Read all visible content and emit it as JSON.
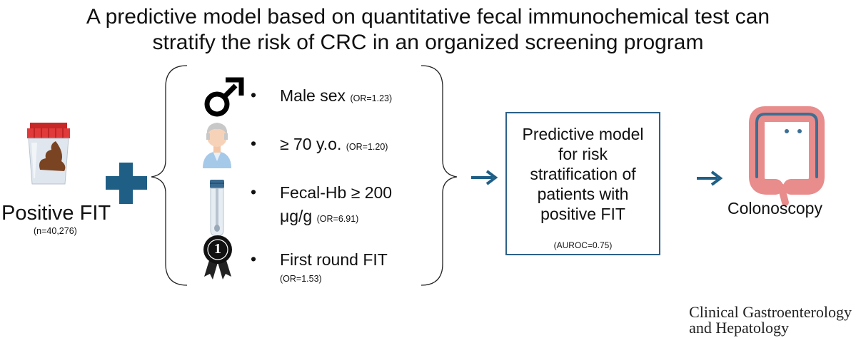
{
  "title_line1": "A predictive model based on quantitative fecal immunochemical test can",
  "title_line2": "stratify the risk of CRC in an organized screening program",
  "positive_fit": {
    "label": "Positive FIT",
    "n": "(n=40,276)"
  },
  "factors": [
    {
      "icon": "male-symbol-icon",
      "label": "Male sex",
      "or": "(OR=1.23)"
    },
    {
      "icon": "elderly-person-icon",
      "label": "≥ 70 y.o.",
      "or": "(OR=1.20)"
    },
    {
      "icon": "sample-tube-icon",
      "label_line1": "Fecal-Hb ≥ 200",
      "label_line2": "μg/g",
      "or": "(OR=6.91)"
    },
    {
      "icon": "first-place-medal-icon",
      "label": "First round FIT",
      "or": "(OR=1.53)"
    }
  ],
  "medal_number": "1",
  "bullet": "•",
  "model": {
    "lines": [
      "Predictive model",
      "for risk",
      "stratification of",
      "patients with",
      "positive FIT"
    ],
    "auroc": "(AUROC=0.75)"
  },
  "outcome": {
    "label": "Colonoscopy",
    "icon": "colon-icon"
  },
  "journal": {
    "line1": "Clinical Gastroenterology",
    "line2": "and Hepatology"
  },
  "colors": {
    "accent": "#2d6088",
    "plus": "#1f5f86",
    "lid": "#e03a3a",
    "stool": "#7a4322",
    "colon": "#e98c8c"
  }
}
